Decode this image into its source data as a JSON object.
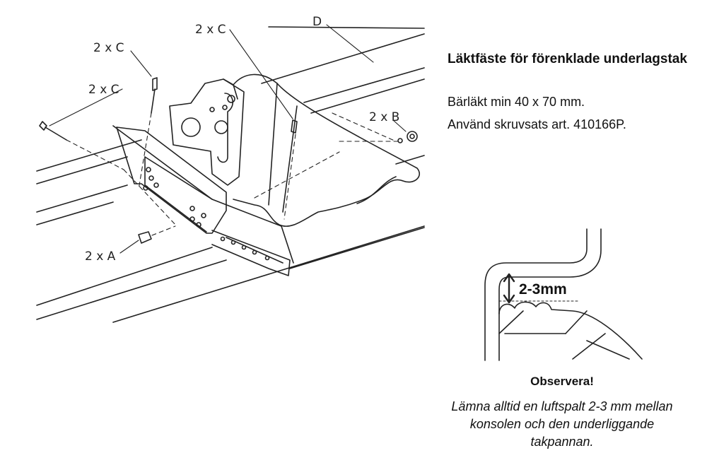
{
  "callouts": {
    "a": "2 x A",
    "b": "2 x B",
    "c_left": "2 x C",
    "c_mid": "2 x C",
    "c_top": "2 x C",
    "d": "D"
  },
  "info": {
    "title": "Läktfäste för förenklade underlagstak",
    "lines": [
      "Bärläkt min 40 x 70 mm.",
      "Använd skruvsats art. 410166P."
    ]
  },
  "detail": {
    "gap_label": "2-3mm"
  },
  "note": {
    "title": "Observera!",
    "text": "Lämna alltid en luftspalt 2-3 mm mellan konsolen och den underliggande takpannan."
  }
}
